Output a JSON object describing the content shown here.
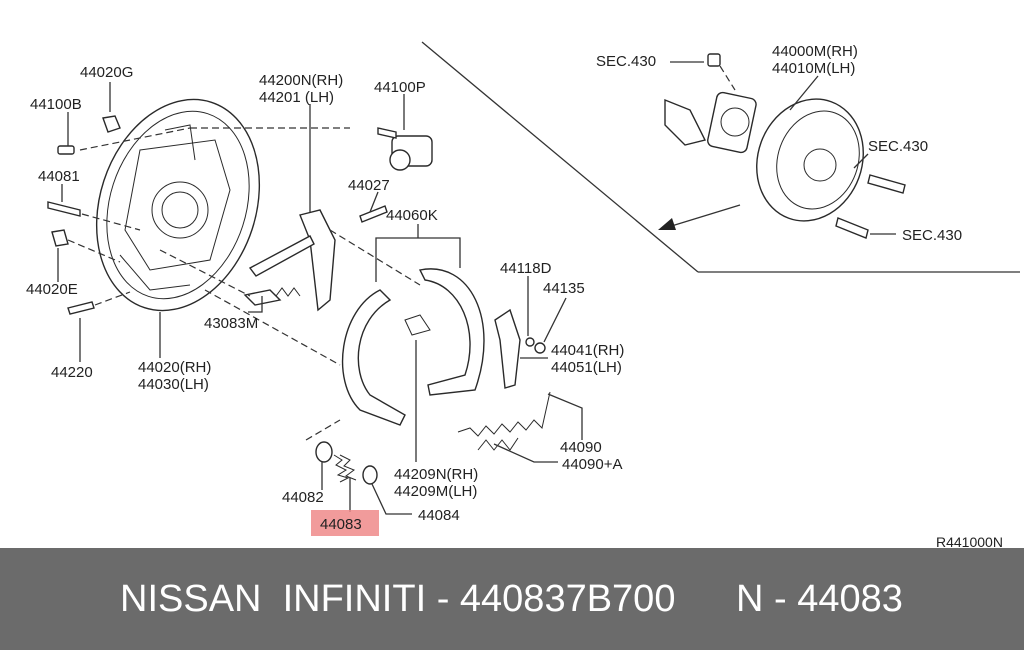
{
  "labels": {
    "l44020G": "44020G",
    "l44100B": "44100B",
    "l44081": "44081",
    "l44020E": "44020E",
    "l44220": "44220",
    "l44020RH": "44020(RH)",
    "l44030LH": "44030(LH)",
    "l44200N": "44200N(RH)",
    "l44201": "44201  (LH)",
    "l44100P": "44100P",
    "l44027": "44027",
    "l44060K": "44060K",
    "l43083M": "43083M",
    "l44118D": "44118D",
    "l44135": "44135",
    "l44041": "44041(RH)",
    "l44051": "44051(LH)",
    "l44090": "44090",
    "l44090A": "44090+A",
    "l44209N": "44209N(RH)",
    "l44209M": "44209M(LH)",
    "l44082": "44082",
    "l44083": "44083",
    "l44084": "44084",
    "lSEC430a": "SEC.430",
    "lSEC430b": "SEC.430",
    "lSEC430c": "SEC.430",
    "l44000M": "44000M(RH)",
    "l44010M": "44010M(LH)",
    "ref": "R441000N"
  },
  "highlight": {
    "part": "44083",
    "color": "#ef8a8a"
  },
  "footer": {
    "left": "NISSAN  INFINITI - 440837B700",
    "right": "N - 44083",
    "background": "#6b6b6b"
  }
}
